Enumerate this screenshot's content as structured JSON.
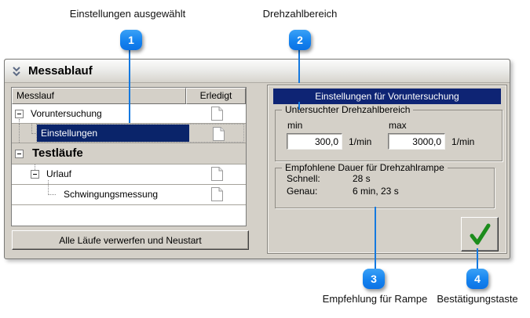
{
  "annotations": {
    "callouts": [
      {
        "number": "1",
        "label": "Einstellungen ausgewählt"
      },
      {
        "number": "2",
        "label": "Drehzahlbereich"
      },
      {
        "number": "3",
        "label": "Empfehlung für Rampe"
      },
      {
        "number": "4",
        "label": "Bestätigungstaste"
      }
    ]
  },
  "panel": {
    "title": "Messablauf",
    "tree": {
      "header": {
        "run_column": "Messlauf",
        "done_column": "Erledigt"
      },
      "rows": [
        {
          "label": "Voruntersuchung"
        },
        {
          "label": "Einstellungen"
        },
        {
          "label": "Testläufe"
        },
        {
          "label": "Urlauf"
        },
        {
          "label": "Schwingungsmessung"
        }
      ]
    },
    "reset_button_label": "Alle Läufe verwerfen und Neustart",
    "settings": {
      "title": "Einstellungen für Voruntersuchung",
      "speed_range": {
        "legend": "Untersuchter Drehzahlbereich",
        "min_label": "min",
        "min_value": "300,0",
        "max_label": "max",
        "max_value": "3000,0",
        "unit": "1/min"
      },
      "ramp": {
        "legend": "Empfohlene Dauer für Drehzahlrampe",
        "fast_label": "Schnell:",
        "fast_value": "28 s",
        "precise_label": "Genau:",
        "precise_value": "6 min, 23 s"
      }
    }
  },
  "icons": {
    "panel_collapse": "chevron-double-down-icon",
    "done": "document-icon",
    "confirm": "check-icon"
  },
  "colors": {
    "accent_blue": "#1479e0",
    "selection_navy": "#0a246a",
    "title_navy": "#0e2474",
    "panel_face": "#d4d0c8",
    "check_green": "#1c8c1c"
  }
}
